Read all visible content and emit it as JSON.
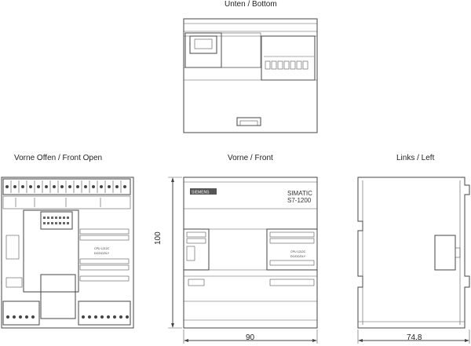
{
  "views": {
    "bottom": {
      "title": "Unten / Bottom"
    },
    "front_open": {
      "title": "Vorne Offen / Front Open"
    },
    "front": {
      "title": "Vorne / Front"
    },
    "left": {
      "title": "Links / Left"
    }
  },
  "dimensions": {
    "height": "100",
    "width": "90",
    "depth": "74.8"
  },
  "labels": {
    "brand_line1": "SIMATIC",
    "brand_line2": "S7-1200",
    "cpu_model_1": "CPU 1212C",
    "cpu_model_2": "DC/DC/DLY",
    "front_cpu_model_1": "CPU 1212C",
    "front_cpu_model_2": "DC/DC/DLY",
    "front_right_cpu_1": "CPU 1212C",
    "front_right_cpu_2": "DC/DC/DLY",
    "siemens": "SIEMENS"
  }
}
